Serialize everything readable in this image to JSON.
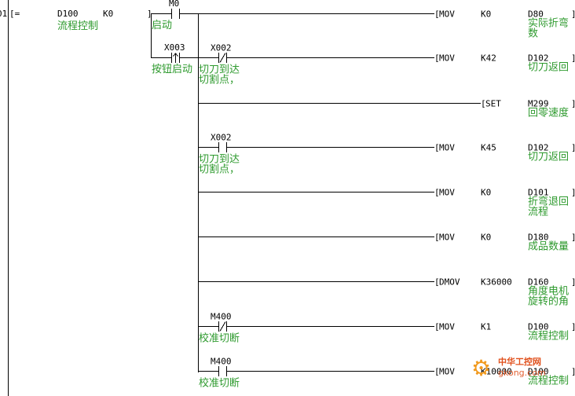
{
  "compare": {
    "step": "01",
    "bracket": "[=",
    "op1": "D100",
    "op2": "K0",
    "comment": "流程控制"
  },
  "m0": {
    "label": "M0",
    "comment": "启动"
  },
  "rungs": [
    {
      "contact": "",
      "contact_comment": "",
      "instr": "MOV",
      "src": "K0",
      "dst": "D80",
      "dst_comment": [
        "实际折弯",
        "数"
      ]
    },
    {
      "contact": "X002",
      "contact_comment": [
        "切刀到达",
        "切割点，"
      ],
      "instr": "MOV",
      "src": "K42",
      "dst": "D102",
      "dst_comment": [
        "切刀返回"
      ]
    },
    {
      "contact": "",
      "contact_comment": "",
      "instr": "SET",
      "src": "M299",
      "dst": "",
      "dst_comment": [
        "回零速度"
      ]
    },
    {
      "contact": "X002",
      "contact_comment": [
        "切刀到达",
        "切割点，"
      ],
      "instr": "MOV",
      "src": "K45",
      "dst": "D102",
      "dst_comment": [
        "切刀返回"
      ]
    },
    {
      "contact": "",
      "contact_comment": "",
      "instr": "MOV",
      "src": "K0",
      "dst": "D101",
      "dst_comment": [
        "折弯退回",
        "流程"
      ]
    },
    {
      "contact": "",
      "contact_comment": "",
      "instr": "MOV",
      "src": "K0",
      "dst": "D180",
      "dst_comment": [
        "成品数量"
      ]
    },
    {
      "contact": "",
      "contact_comment": "",
      "instr": "DMOV",
      "src": "K36000",
      "dst": "D160",
      "dst_comment": [
        "角度电机",
        "旋转的角"
      ]
    },
    {
      "contact": "M400",
      "contact_comment": [
        "校准切断"
      ],
      "instr": "MOV",
      "src": "K1",
      "dst": "D100",
      "dst_comment": [
        "流程控制"
      ]
    },
    {
      "contact": "M400",
      "contact_comment": [
        "校准切断"
      ],
      "instr": "MOV",
      "src": "K10000",
      "dst": "D100",
      "dst_comment": [
        "流程控制"
      ]
    }
  ],
  "x003": {
    "label": "X003",
    "comment": "按钮启动"
  },
  "watermark": {
    "name": "中华工控网",
    "url": "gkong.com",
    "icon": "gear-icon",
    "color": "#e0501c"
  },
  "colors": {
    "comment": "#2e9a2e",
    "wire": "#000000",
    "background": "#ffffff"
  }
}
